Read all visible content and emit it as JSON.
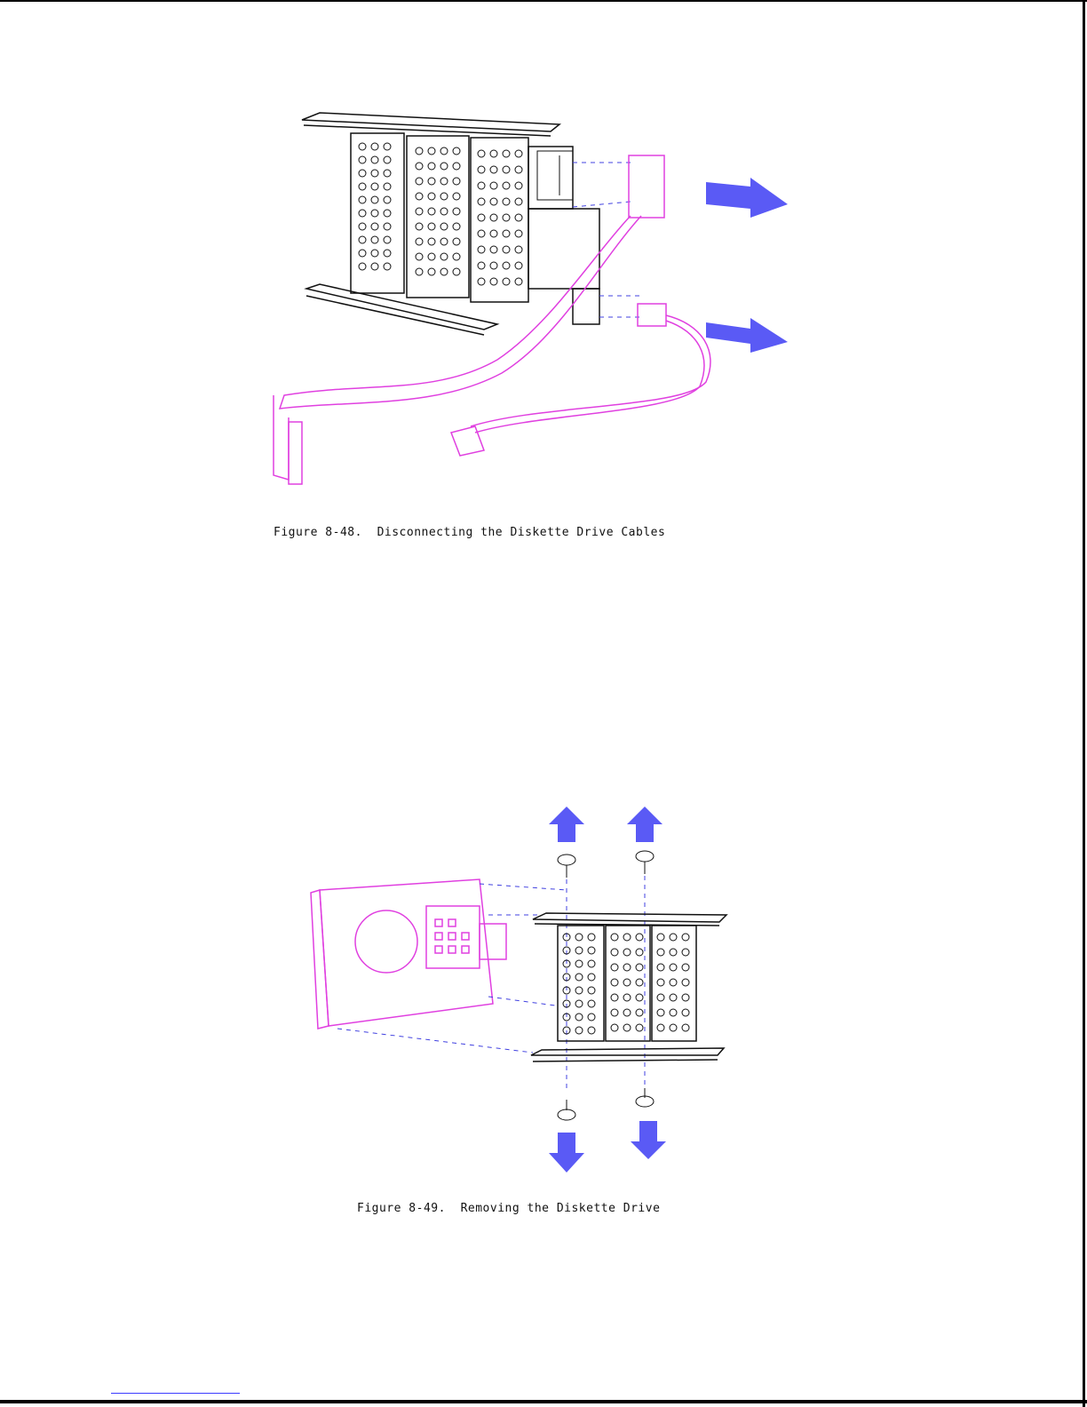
{
  "figures": [
    {
      "caption": "Figure 8-48.  Disconnecting the Diskette Drive Cables",
      "arrows": [
        "right",
        "right"
      ],
      "colors": {
        "cable": "#e040e0",
        "arrow": "#5a5af5",
        "guide": "#4040e0",
        "frame": "#111111"
      }
    },
    {
      "caption": "Figure 8-49.  Removing the Diskette Drive",
      "arrows": [
        "up",
        "up",
        "down",
        "down"
      ],
      "colors": {
        "drive": "#e040e0",
        "arrow": "#5a5af5",
        "guide": "#4040e0",
        "frame": "#111111"
      }
    }
  ]
}
